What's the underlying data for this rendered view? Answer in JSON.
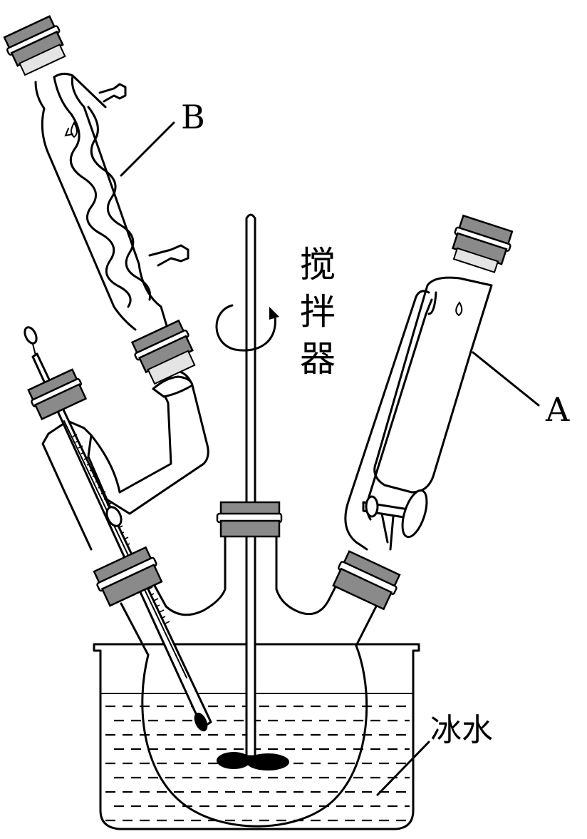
{
  "labels": {
    "condenser": "B",
    "funnel": "A",
    "stirrer": "搅拌器",
    "bath": "冰水"
  }
}
